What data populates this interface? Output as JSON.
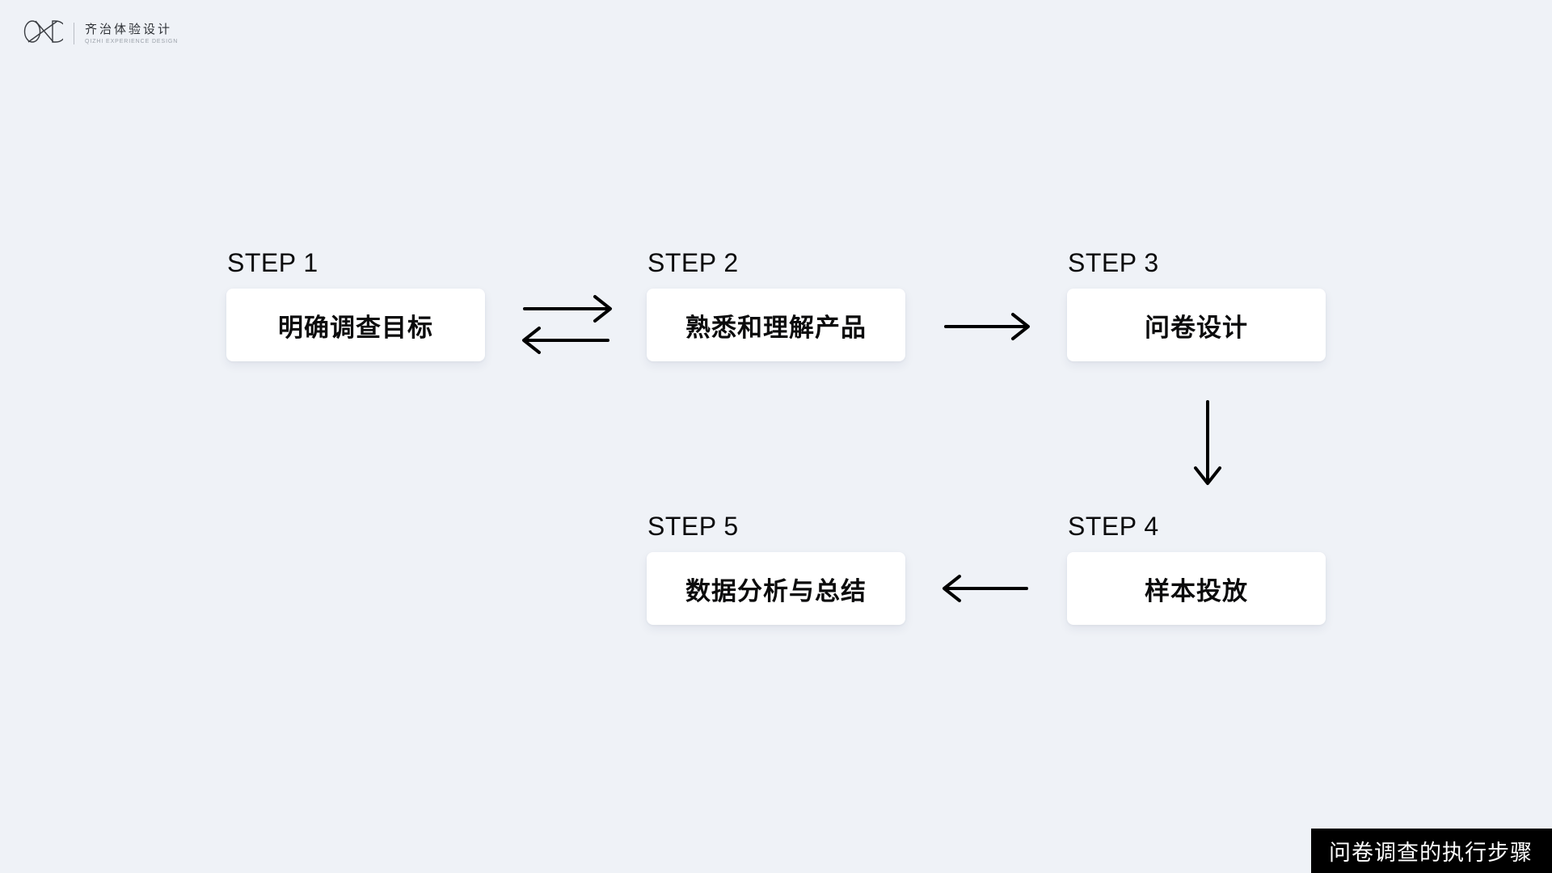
{
  "logo": {
    "mark": "QXD",
    "name_cn": "齐治体验设计",
    "name_en": "QIZHI EXPERIENCE DESIGN"
  },
  "steps": [
    {
      "label": "STEP 1",
      "title": "明确调查目标"
    },
    {
      "label": "STEP 2",
      "title": "熟悉和理解产品"
    },
    {
      "label": "STEP 3",
      "title": "问卷设计"
    },
    {
      "label": "STEP 4",
      "title": "样本投放"
    },
    {
      "label": "STEP 5",
      "title": "数据分析与总结"
    }
  ],
  "caption": {
    "text": "问卷调查的执行步骤"
  },
  "colors": {
    "background": "#EFF2F7",
    "box_fill": "#FFFFFF",
    "text": "#000000",
    "arrow": "#000000",
    "caption_bg": "#000000",
    "caption_text": "#FFFFFF"
  }
}
